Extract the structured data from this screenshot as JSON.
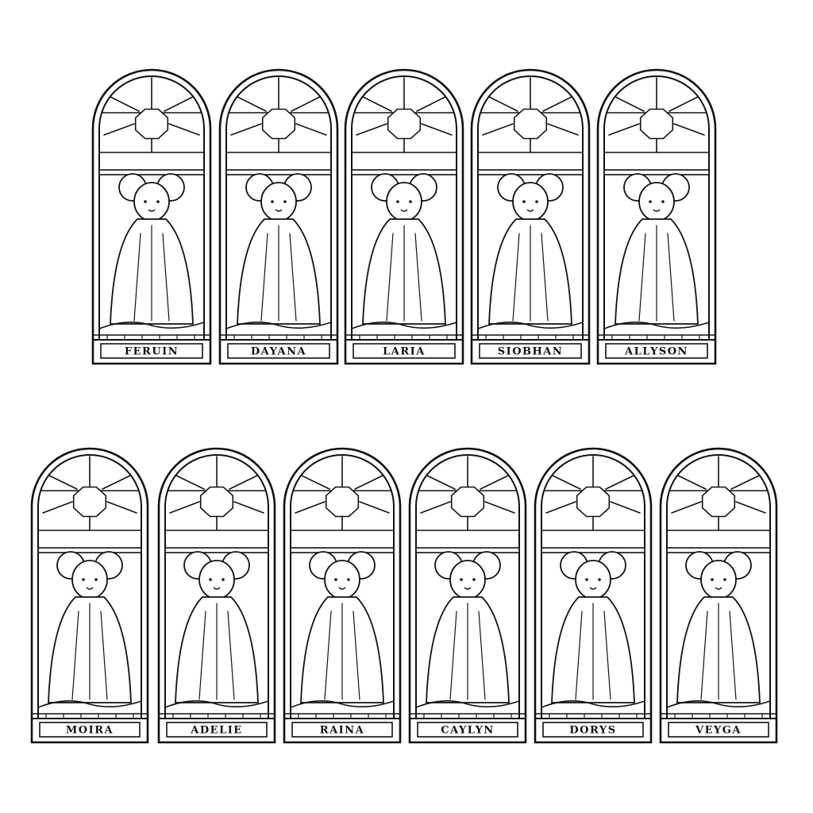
{
  "rows": [
    {
      "windows": [
        {
          "name": "FERUIN"
        },
        {
          "name": "DAYANA"
        },
        {
          "name": "LARIA"
        },
        {
          "name": "SIOBHAN"
        },
        {
          "name": "ALLYSON"
        }
      ]
    },
    {
      "windows": [
        {
          "name": "MOIRA"
        },
        {
          "name": "ADELIE"
        },
        {
          "name": "RAINA"
        },
        {
          "name": "CAYLYN"
        },
        {
          "name": "DORYS"
        },
        {
          "name": "VEYGA"
        }
      ]
    }
  ],
  "colors": {
    "ink": "#111111",
    "paper": "#ffffff"
  }
}
